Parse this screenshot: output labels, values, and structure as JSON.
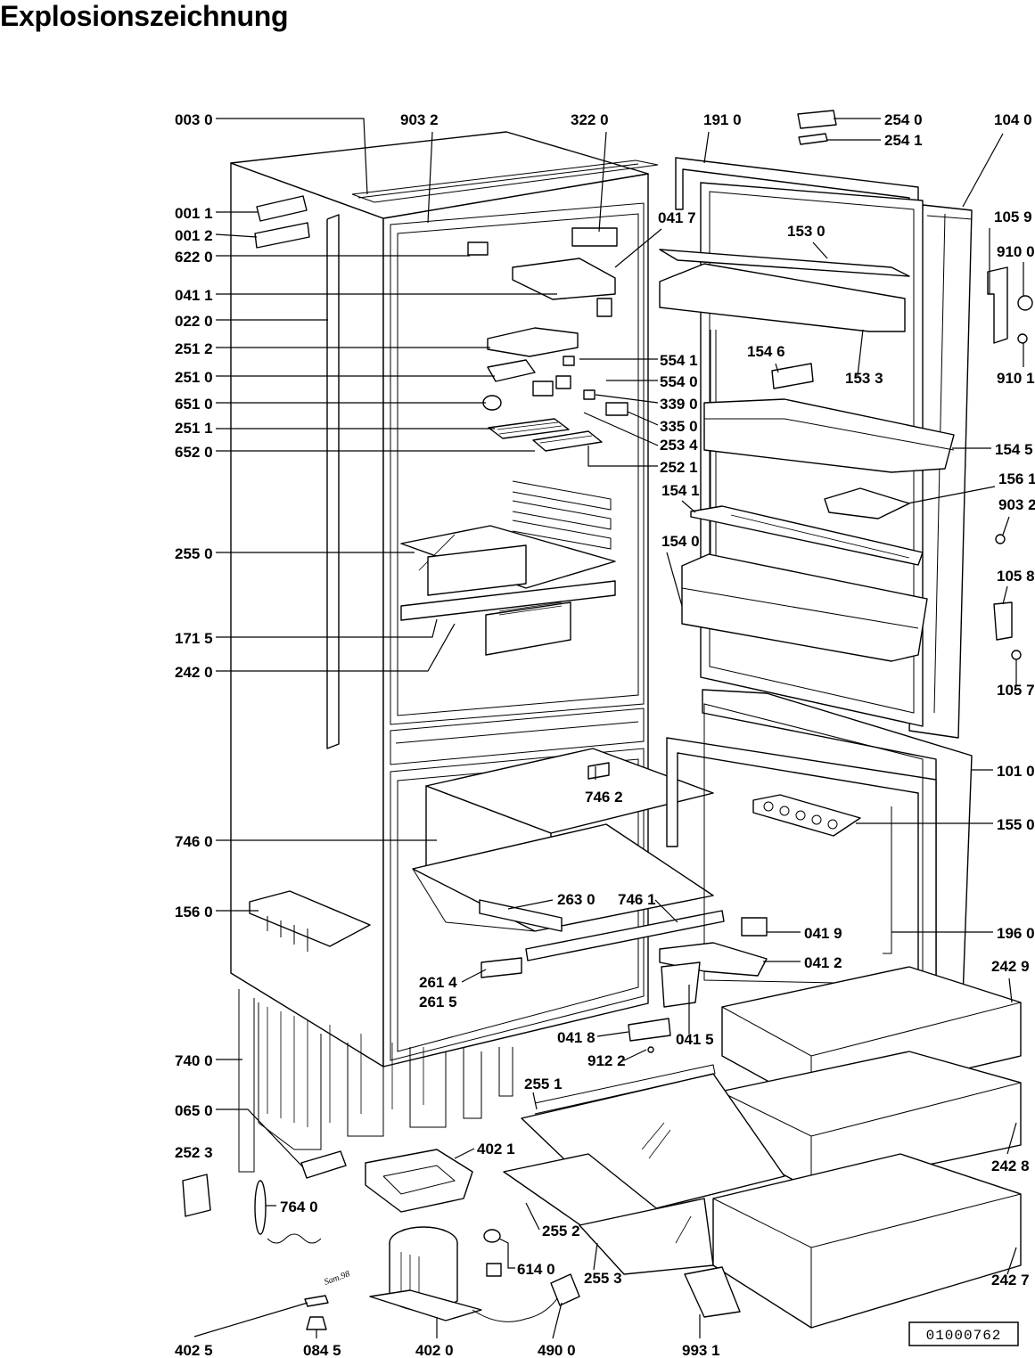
{
  "heading": "Explosionszeichnung",
  "document_number": "01000762",
  "drawing_signature": "Sam.98",
  "callouts": [
    {
      "id": "c-0030",
      "text": "003 0"
    },
    {
      "id": "c-9032a",
      "text": "903 2"
    },
    {
      "id": "c-3220",
      "text": "322 0"
    },
    {
      "id": "c-1910",
      "text": "191 0"
    },
    {
      "id": "c-2540",
      "text": "254 0"
    },
    {
      "id": "c-2541",
      "text": "254 1"
    },
    {
      "id": "c-1040",
      "text": "104 0"
    },
    {
      "id": "c-0011",
      "text": "001 1"
    },
    {
      "id": "c-0012",
      "text": "001 2"
    },
    {
      "id": "c-6220",
      "text": "622 0"
    },
    {
      "id": "c-0411",
      "text": "041 1"
    },
    {
      "id": "c-0220",
      "text": "022 0"
    },
    {
      "id": "c-2512",
      "text": "251 2"
    },
    {
      "id": "c-2510",
      "text": "251 0"
    },
    {
      "id": "c-6510",
      "text": "651 0"
    },
    {
      "id": "c-2511",
      "text": "251 1"
    },
    {
      "id": "c-6520",
      "text": "652 0"
    },
    {
      "id": "c-0417",
      "text": "041 7"
    },
    {
      "id": "c-1530",
      "text": "153 0"
    },
    {
      "id": "c-1059",
      "text": "105 9"
    },
    {
      "id": "c-9100",
      "text": "910 0"
    },
    {
      "id": "c-9101",
      "text": "910 1"
    },
    {
      "id": "c-1546",
      "text": "154 6"
    },
    {
      "id": "c-1533",
      "text": "153 3"
    },
    {
      "id": "c-5541",
      "text": "554 1"
    },
    {
      "id": "c-5540",
      "text": "554 0"
    },
    {
      "id": "c-3390",
      "text": "339 0"
    },
    {
      "id": "c-3350",
      "text": "335 0"
    },
    {
      "id": "c-2534",
      "text": "253 4"
    },
    {
      "id": "c-2521",
      "text": "252 1"
    },
    {
      "id": "c-1545",
      "text": "154 5"
    },
    {
      "id": "c-1561",
      "text": "156 1"
    },
    {
      "id": "c-1541",
      "text": "154 1"
    },
    {
      "id": "c-9032b",
      "text": "903 2"
    },
    {
      "id": "c-1540",
      "text": "154 0"
    },
    {
      "id": "c-1058",
      "text": "105 8"
    },
    {
      "id": "c-1057",
      "text": "105 7"
    },
    {
      "id": "c-2550",
      "text": "255 0"
    },
    {
      "id": "c-1715",
      "text": "171 5"
    },
    {
      "id": "c-2420",
      "text": "242 0"
    },
    {
      "id": "c-1010",
      "text": "101 0"
    },
    {
      "id": "c-7462",
      "text": "746 2"
    },
    {
      "id": "c-1550",
      "text": "155 0"
    },
    {
      "id": "c-7460",
      "text": "746 0"
    },
    {
      "id": "c-2630",
      "text": "263 0"
    },
    {
      "id": "c-7461",
      "text": "746 1"
    },
    {
      "id": "c-1560",
      "text": "156 0"
    },
    {
      "id": "c-0419",
      "text": "041 9"
    },
    {
      "id": "c-1960",
      "text": "196 0"
    },
    {
      "id": "c-0412",
      "text": "041 2"
    },
    {
      "id": "c-2614",
      "text": "261 4"
    },
    {
      "id": "c-2615",
      "text": "261 5"
    },
    {
      "id": "c-2429",
      "text": "242 9"
    },
    {
      "id": "c-0418",
      "text": "041 8"
    },
    {
      "id": "c-0415",
      "text": "041 5"
    },
    {
      "id": "c-9122",
      "text": "912 2"
    },
    {
      "id": "c-7400",
      "text": "740 0"
    },
    {
      "id": "c-2551",
      "text": "255 1"
    },
    {
      "id": "c-0650",
      "text": "065 0"
    },
    {
      "id": "c-4021",
      "text": "402 1"
    },
    {
      "id": "c-2523",
      "text": "252 3"
    },
    {
      "id": "c-2428",
      "text": "242 8"
    },
    {
      "id": "c-7640",
      "text": "764 0"
    },
    {
      "id": "c-2552",
      "text": "255 2"
    },
    {
      "id": "c-6140",
      "text": "614 0"
    },
    {
      "id": "c-2553",
      "text": "255 3"
    },
    {
      "id": "c-2427",
      "text": "242 7"
    },
    {
      "id": "c-4025",
      "text": "402 5"
    },
    {
      "id": "c-0845",
      "text": "084 5"
    },
    {
      "id": "c-4020",
      "text": "402 0"
    },
    {
      "id": "c-4900",
      "text": "490 0"
    },
    {
      "id": "c-9931",
      "text": "993 1"
    }
  ]
}
